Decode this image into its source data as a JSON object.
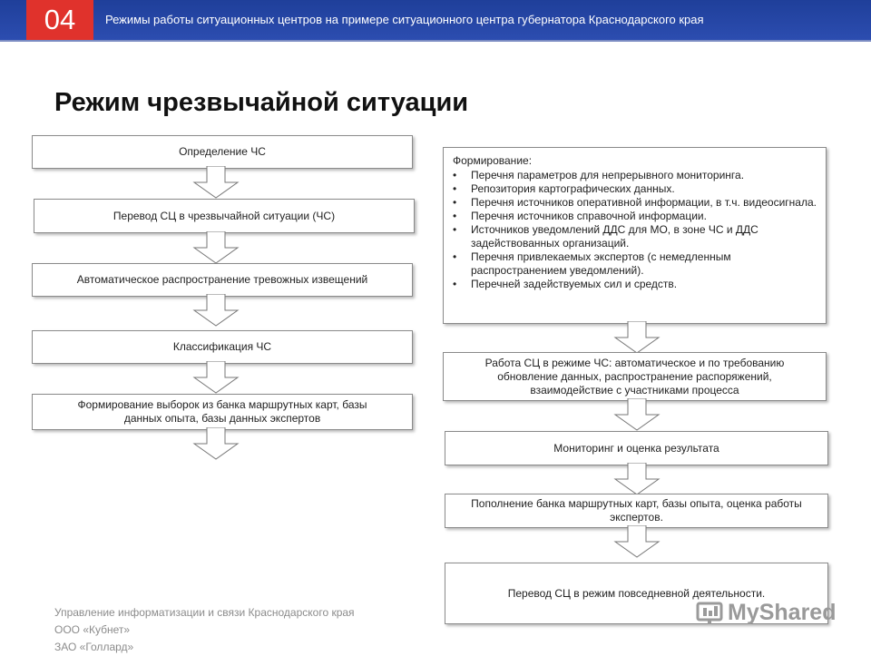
{
  "header": {
    "slide_number": "04",
    "title": "Режимы работы ситуационных центров на примере ситуационного центра губернатора Краснодарского края"
  },
  "page_title": "Режим чрезвычайной ситуации",
  "left_flow": [
    "Определение ЧС",
    "Перевод СЦ в чрезвычайной ситуации (ЧС)",
    "Автоматическое распространение тревожных извещений",
    "Классификация ЧС",
    "Формирование выборок из банка маршрутных карт, базы данных опыта, базы данных экспертов"
  ],
  "right_flow": {
    "formation": {
      "heading": "Формирование:",
      "items": [
        "Перечня параметров для непрерывного мониторинга.",
        "Репозитория картографических данных.",
        "Перечня источников оперативной информации, в т.ч. видеосигнала.",
        "Перечня источников справочной информации.",
        "Источников уведомлений ДДС для МО, в зоне ЧС и ДДС задействованных организаций.",
        "Перечня привлекаемых экспертов (с немедленным распространением уведомлений).",
        "Перечней задействуемых сил и средств."
      ]
    },
    "steps": [
      "Работа СЦ в режиме ЧС: автоматическое и по требованию обновление данных, распространение распоряжений, взаимодействие с участниками процесса",
      "Мониторинг и оценка результата",
      "Пополнение банка маршрутных карт, базы опыта, оценка работы экспертов.",
      "Перевод СЦ в режим повседневной деятельности."
    ]
  },
  "footer": [
    "Управление информатизации и связи Краснодарского края",
    "ООО «Кубнет»",
    "ЗАО «Голлард»"
  ],
  "watermark": "MyShared",
  "colors": {
    "header_blue": "#2c4db0",
    "slide_number_red": "#e0322c",
    "box_border": "#8a8a8a"
  }
}
